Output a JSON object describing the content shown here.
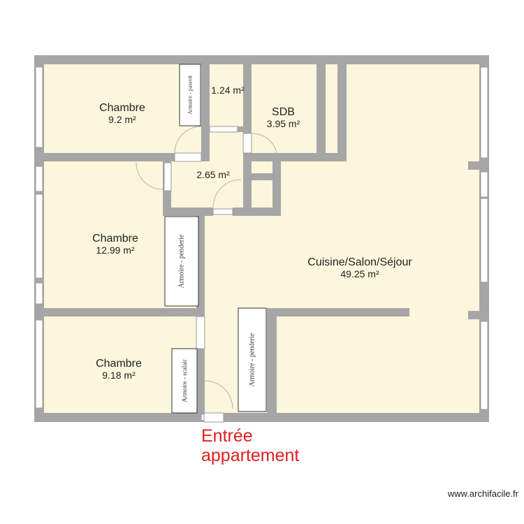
{
  "rooms": {
    "chambre1": {
      "name": "Chambre",
      "area": "9.2 m²"
    },
    "placard": {
      "area": "1.24 m²"
    },
    "sdb": {
      "name": "SDB",
      "area": "3.95 m²"
    },
    "couloir": {
      "area": "2.65 m²"
    },
    "chambre2": {
      "name": "Chambre",
      "area": "12.99 m²"
    },
    "sejour": {
      "name": "Cuisine/Salon/Séjour",
      "area": "49.25 m²"
    },
    "chambre3": {
      "name": "Chambre",
      "area": "9.18 m²"
    }
  },
  "closets": {
    "armoire_top": "Armoire - paravit",
    "armoire_mid": "Armoire - penderie",
    "armoire_bottom": "Armoire - scalair",
    "armoire_right": "Armoire - penderie"
  },
  "entrance": {
    "line1": "Entrée",
    "line2": "appartement"
  },
  "watermark": "www.archifacile.fr",
  "colors": {
    "floor": "#fbf6dc",
    "wall": "#a6a6a6",
    "door": "#aaaaaa",
    "entrance_text": "#e02020"
  }
}
